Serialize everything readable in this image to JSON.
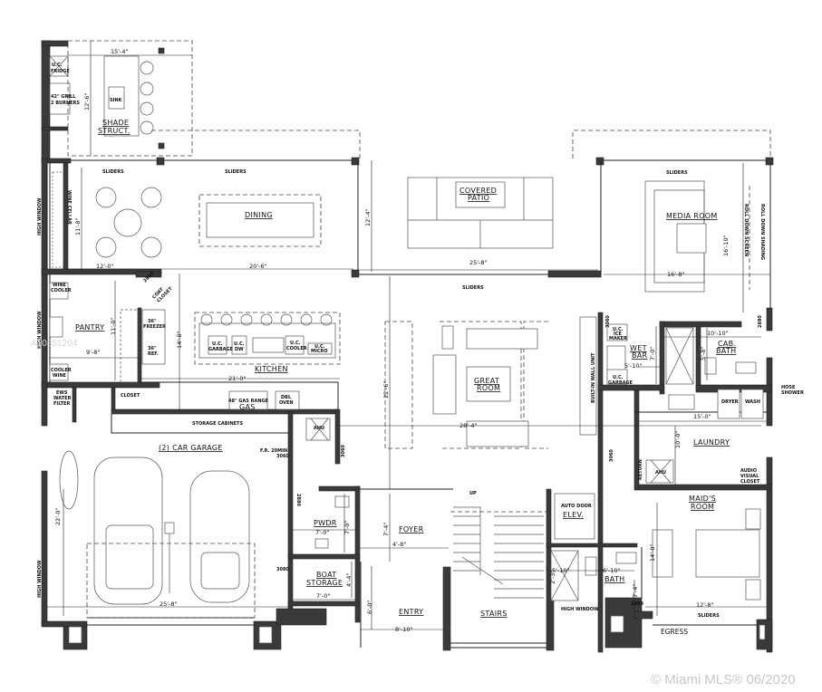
{
  "rooms": {
    "shade_struct": [
      "SHADE",
      "STRUCT."
    ],
    "dining": "DINING",
    "covered_patio": [
      "COVERED",
      "PATIO"
    ],
    "media_room": "MEDIA ROOM",
    "pantry": "PANTRY",
    "kitchen": "KITCHEN",
    "great_room": [
      "GREAT",
      "ROOM"
    ],
    "wet_bar": [
      "WET",
      "BAR"
    ],
    "cab_bath": [
      "CAB.",
      "BATH"
    ],
    "laundry": "LAUNDRY",
    "garage": "(2) CAR GARAGE",
    "pwdr": "PWDR",
    "boat_storage": [
      "BOAT",
      "STORAGE"
    ],
    "foyer": "FOYER",
    "entry": "ENTRY",
    "stairs": "STAIRS",
    "elev": "ELEV.",
    "bath": "BATH",
    "maids_room": [
      "MAID'S",
      "ROOM"
    ]
  },
  "notes": {
    "uc_fridge": [
      "U.C.",
      "FRIDGE"
    ],
    "grill": [
      "42\" GRILL",
      "2 BURNERS"
    ],
    "sink": "SINK",
    "sliders": "SLIDERS",
    "high_window": "HIGH WINDOW",
    "wine_cellar": "WINE CELLAR",
    "wine_cooler": [
      "WINE",
      "COOLER"
    ],
    "cooler_wine": [
      "COOLER",
      "WINE"
    ],
    "ews": [
      "EWS",
      "WATER",
      "FILTER"
    ],
    "closet": "CLOSET",
    "coat_closet": [
      "COAT",
      "CLOSET"
    ],
    "freezer": [
      "36\"",
      "FREEZER"
    ],
    "ref": [
      "36\"",
      "REF."
    ],
    "uc_garbage": [
      "U.C.",
      "GARBAGE"
    ],
    "uc_dw": [
      "U.C.",
      "DW"
    ],
    "uc_cooler": [
      "U.C.",
      "COOLER"
    ],
    "uc_micro": [
      "U.C.",
      "MICRO"
    ],
    "gas_range": "48\" GAS RANGE",
    "gas": "GAS",
    "dbl_oven": [
      "DBL",
      "OVEN"
    ],
    "storage_cabinets": "STORAGE CABINETS",
    "ahu": "AHU",
    "fr_20min": "F.R. 20MIN",
    "uc_ice_maker": [
      "U.C.",
      "ICE",
      "MAKER"
    ],
    "built_in_wall_unit": "BUILT-IN WALL UNIT",
    "roll_down_screen": "ROLL DOWN SCREEN",
    "roll_down_shading": "ROLL DOWN SHADING",
    "hose_shower": [
      "HOSE",
      "SHOWER"
    ],
    "dryer": "DRYER",
    "wash": "WASH",
    "audio_visual_closet": [
      "AUDIO",
      "VISUAL",
      "CLOSET"
    ],
    "return": "RETURN",
    "auto_door": "AUTO DOOR",
    "up": "UP",
    "egress": "EGRESS",
    "door_2880": "2880",
    "door_3060": "3060",
    "door_3080": "3080"
  },
  "dimensions": {
    "shade_w": "15'-4\"",
    "shade_d": "12'-6\"",
    "dining_d": "11'-8\"",
    "dining_w1": "12'-0\"",
    "dining_w2": "20'-6\"",
    "patio_d": "12'-4\"",
    "patio_w": "25'-8\"",
    "media_w": "16'-8\"",
    "media_d": "16'-10\"",
    "pantry_d": "11'-0\"",
    "pantry_w": "9'-8\"",
    "kitchen_d": "14'-8\"",
    "kitchen_w": "21'-0\"",
    "great_d": "22'-6\"",
    "great_w": "28'-4\"",
    "wetbar_w": "5'-10\"",
    "wetbar_d": "7'-0\"",
    "cab_w": "10'-10\"",
    "cab_d": "5'-8\"",
    "laundry_w": "15'-0\"",
    "laundry_d": "10'-0\"",
    "garage_d": "22'-0\"",
    "garage_w": "25'-8\"",
    "pwdr_w": "7'-0\"",
    "pwdr_d": "7'-0\"",
    "boat_w": "7'-0\"",
    "boat_d": "4'-4\"",
    "foyer_d": "7'-4\"",
    "foyer_w": "4'-8\"",
    "entry_d": "6'-0\"",
    "entry_w": "8'-10\"",
    "shower_w": "5'-10\"",
    "shower_d": "2'-3\"",
    "bath_w": "6'-10\"",
    "bath_d": "7'-4\"",
    "maids_d": "14'-0\"",
    "maids_w": "12'-8\""
  },
  "watermark": {
    "copyright": "© Miami MLS® 06/2020",
    "listing_id": "A10851204"
  }
}
